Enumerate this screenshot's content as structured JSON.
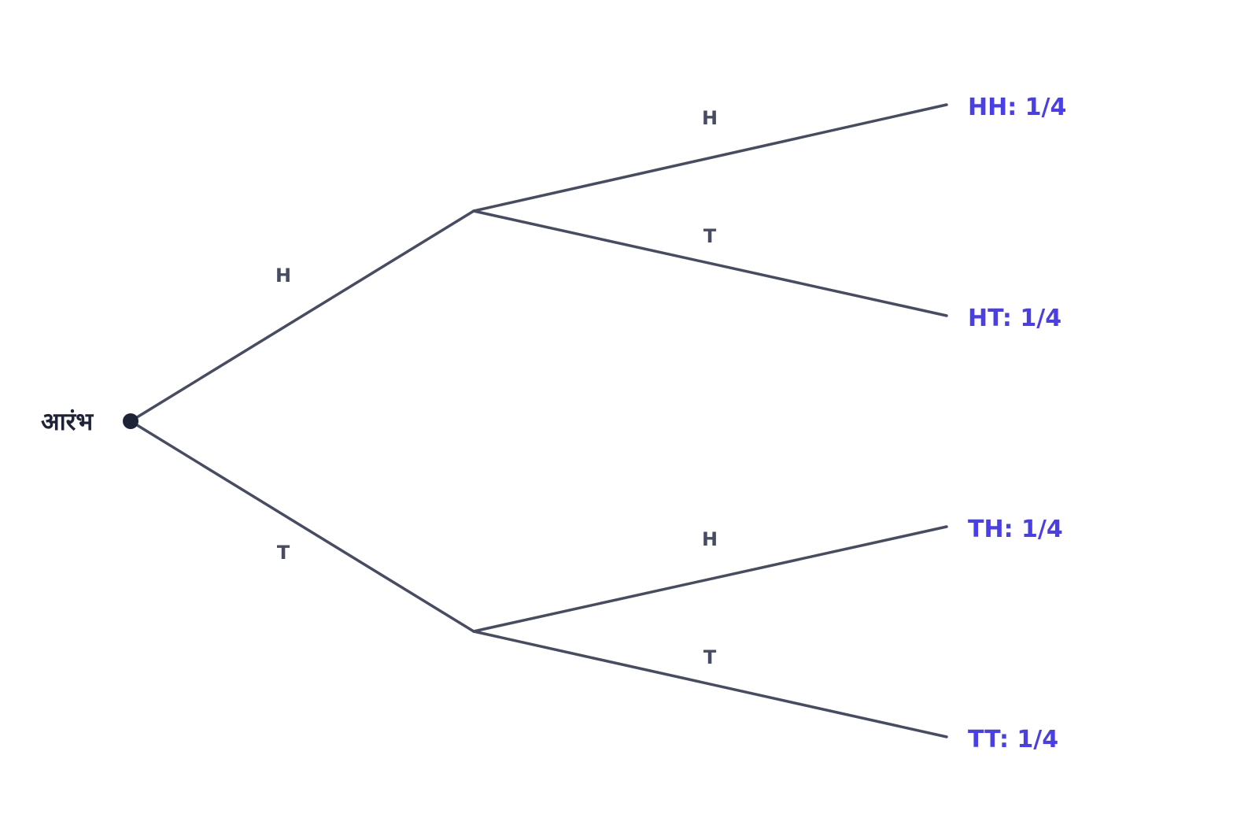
{
  "diagram": {
    "type": "probability-tree",
    "colors": {
      "branch": "#474c63",
      "root": "#1f2337",
      "outcome": "#4a3ee6"
    },
    "root": {
      "label": "आरंभ"
    },
    "first_level": [
      {
        "branch_label": "H",
        "children": [
          {
            "branch_label": "H",
            "outcome": "HH: 1/4"
          },
          {
            "branch_label": "T",
            "outcome": "HT: 1/4"
          }
        ]
      },
      {
        "branch_label": "T",
        "children": [
          {
            "branch_label": "H",
            "outcome": "TH: 1/4"
          },
          {
            "branch_label": "T",
            "outcome": "TT: 1/4"
          }
        ]
      }
    ]
  }
}
